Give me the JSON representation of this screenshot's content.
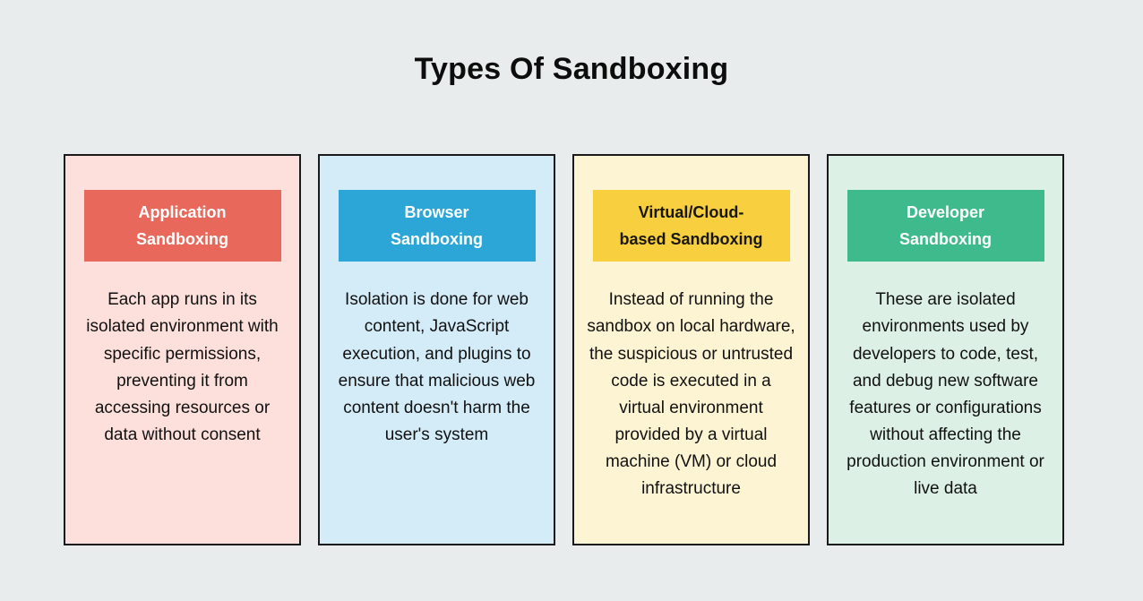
{
  "page": {
    "title": "Types Of Sandboxing",
    "background_color": "#e9ecec"
  },
  "cards": [
    {
      "id": "application-sandboxing",
      "header_line_1": "Application",
      "header_line_2": "Sandboxing",
      "body": "Each app runs in its isolated environment with specific permissions, preventing it from accessing resources or data without consent",
      "card_background": "#fde0db",
      "header_background": "#e8695b",
      "header_text_color": "#ffffff"
    },
    {
      "id": "browser-sandboxing",
      "header_line_1": "Browser",
      "header_line_2": "Sandboxing",
      "body": "Isolation is done for web content, JavaScript execution, and plugins to ensure that malicious web content doesn't harm the user's system",
      "card_background": "#d4ebf8",
      "header_background": "#2ba6d6",
      "header_text_color": "#ffffff"
    },
    {
      "id": "virtual-cloud-based-sandboxing",
      "header_line_1": "Virtual/Cloud-",
      "header_line_2": "based Sandboxing",
      "body": "Instead of running the sandbox on local hardware, the suspicious or untrusted code is executed in a virtual environment provided by a virtual machine (VM) or cloud infrastructure",
      "card_background": "#fdf4d3",
      "header_background": "#f8cf3e",
      "header_text_color": "#17160f"
    },
    {
      "id": "developer-sandboxing",
      "header_line_1": "Developer",
      "header_line_2": "Sandboxing",
      "body": "These are isolated environments used by developers to code, test, and debug new software features or configurations without affecting the production environment or live data",
      "card_background": "#dcf0e5",
      "header_background": "#3eba8c",
      "header_text_color": "#ffffff"
    }
  ]
}
